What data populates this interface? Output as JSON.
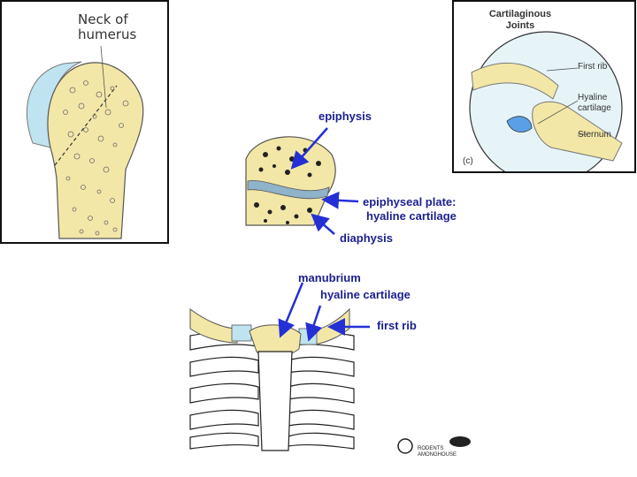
{
  "humerus_panel": {
    "label": "Neck of humerus"
  },
  "joint_panel": {
    "title": "Cartilaginous Joints",
    "labels": [
      "First rib",
      "Hyaline cartilage",
      "Sternum"
    ],
    "panel_letter": "(c)"
  },
  "epiphysis_diagram": {
    "labels": [
      "epiphysis",
      "epiphyseal plate:",
      "hyaline cartilage",
      "diaphysis"
    ]
  },
  "sternum_diagram": {
    "labels": [
      "manubrium",
      "hyaline cartilage",
      "first rib"
    ]
  },
  "watermark": {
    "text": "RODENTS AMONGHOUSE"
  },
  "colors": {
    "bone": "#f3e7a8",
    "cartilage": "#bfe3f0",
    "arrow": "#2430d6",
    "label": "#1a1f8f"
  }
}
